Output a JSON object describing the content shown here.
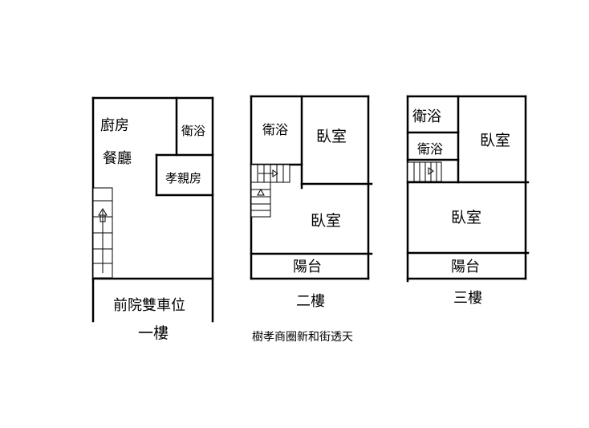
{
  "floor1": {
    "title": "一樓",
    "rooms": {
      "kitchen": "廚房",
      "dining": "餐廳",
      "bath": "衛浴",
      "elder_room": "孝親房",
      "front_yard_parking": "前院雙車位"
    }
  },
  "floor2": {
    "title": "二樓",
    "rooms": {
      "bath": "衛浴",
      "bedroom_a": "臥室",
      "bedroom_b": "臥室",
      "balcony": "陽台"
    }
  },
  "floor3": {
    "title": "三樓",
    "rooms": {
      "bath_a": "衛浴",
      "bath_b": "衛浴",
      "bedroom_a": "臥室",
      "bedroom_b": "臥室",
      "balcony": "陽台"
    }
  },
  "caption": "樹孝商圈新和街透天"
}
